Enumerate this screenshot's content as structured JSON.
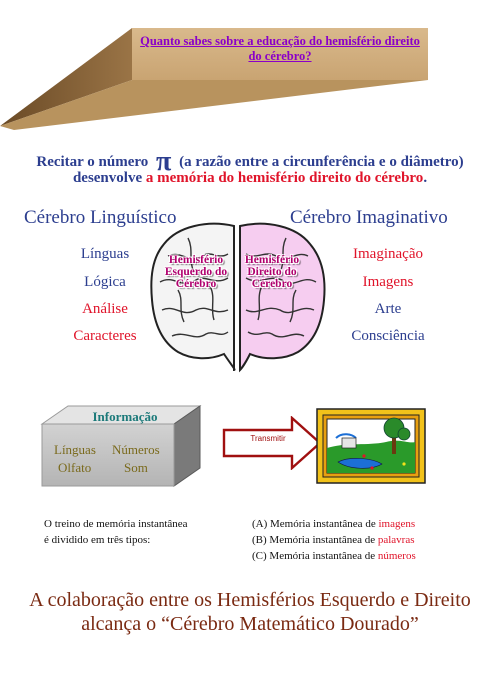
{
  "banner": {
    "text": "Quanto sabes sobre a educação do hemisfério direito do cérebro?"
  },
  "pi_section": {
    "line1_before": "Recitar o número",
    "pi_symbol": "π",
    "line1_after": "(a razão entre a circunferência e o diâmetro)",
    "line2_normal": "desenvolve",
    "line2_highlight": "a memória do hemisfério direito do cérebro",
    "line2_end": "."
  },
  "brain": {
    "left_title": "Cérebro Linguístico",
    "right_title": "Cérebro Imaginativo",
    "left_items": [
      "Línguas",
      "Lógica",
      "Análise",
      "Caracteres"
    ],
    "right_items": [
      "Imaginação",
      "Imagens",
      "Arte",
      "Consciência"
    ],
    "left_hemisphere_label": "Hemisfério Esquerdo do Cérebro",
    "right_hemisphere_label": "Hemisfério Direito do Cérebro"
  },
  "info_box": {
    "title": "Informação",
    "items": [
      "Línguas",
      "Números",
      "Olfato",
      "Som"
    ]
  },
  "arrow_label": "Transmitir",
  "memory": {
    "intro": [
      "O treino de memória instantânea",
      "é dividido em três tipos:"
    ],
    "types": [
      {
        "prefix": "(A) Memória instantânea de ",
        "keyword": "imagens"
      },
      {
        "prefix": "(B) Memória instantânea de ",
        "keyword": "palavras"
      },
      {
        "prefix": "(C) Memória instantânea de ",
        "keyword": "números"
      }
    ]
  },
  "footer": {
    "line1": "A colaboração entre os Hemisférios Esquerdo e Direito",
    "line2": "alcança o “Cérebro Matemático Dourado”"
  },
  "colors": {
    "title_blue": "#2c3e8f",
    "accent_red": "#e0142a",
    "banner_purple": "#8a00c8",
    "footer_brown": "#7a2a12"
  }
}
